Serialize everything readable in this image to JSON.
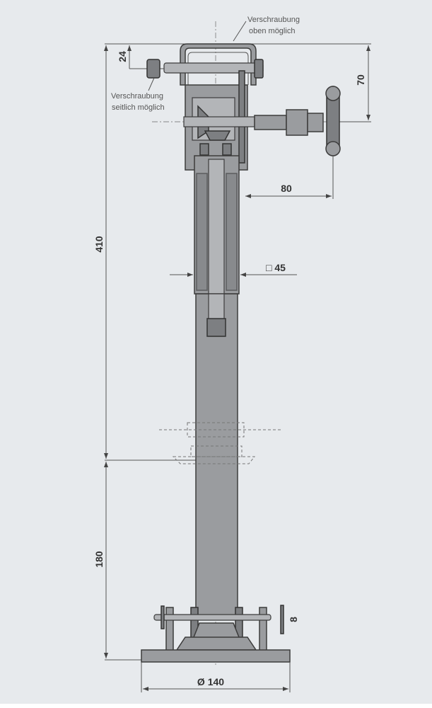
{
  "title": "Stützfuß technical drawing",
  "annotations": {
    "top_screw": [
      "Verschraubung",
      "oben möglich"
    ],
    "side_screw": [
      "Verschraubung",
      "seitlich möglich"
    ]
  },
  "dimensions": {
    "total_height": "410",
    "lower_height": "180",
    "top_offset": "24",
    "crank_height": "70",
    "crank_reach": "80",
    "tube_square": "□ 45",
    "foot_diameter": "Ø 140",
    "pin_size": "8"
  }
}
